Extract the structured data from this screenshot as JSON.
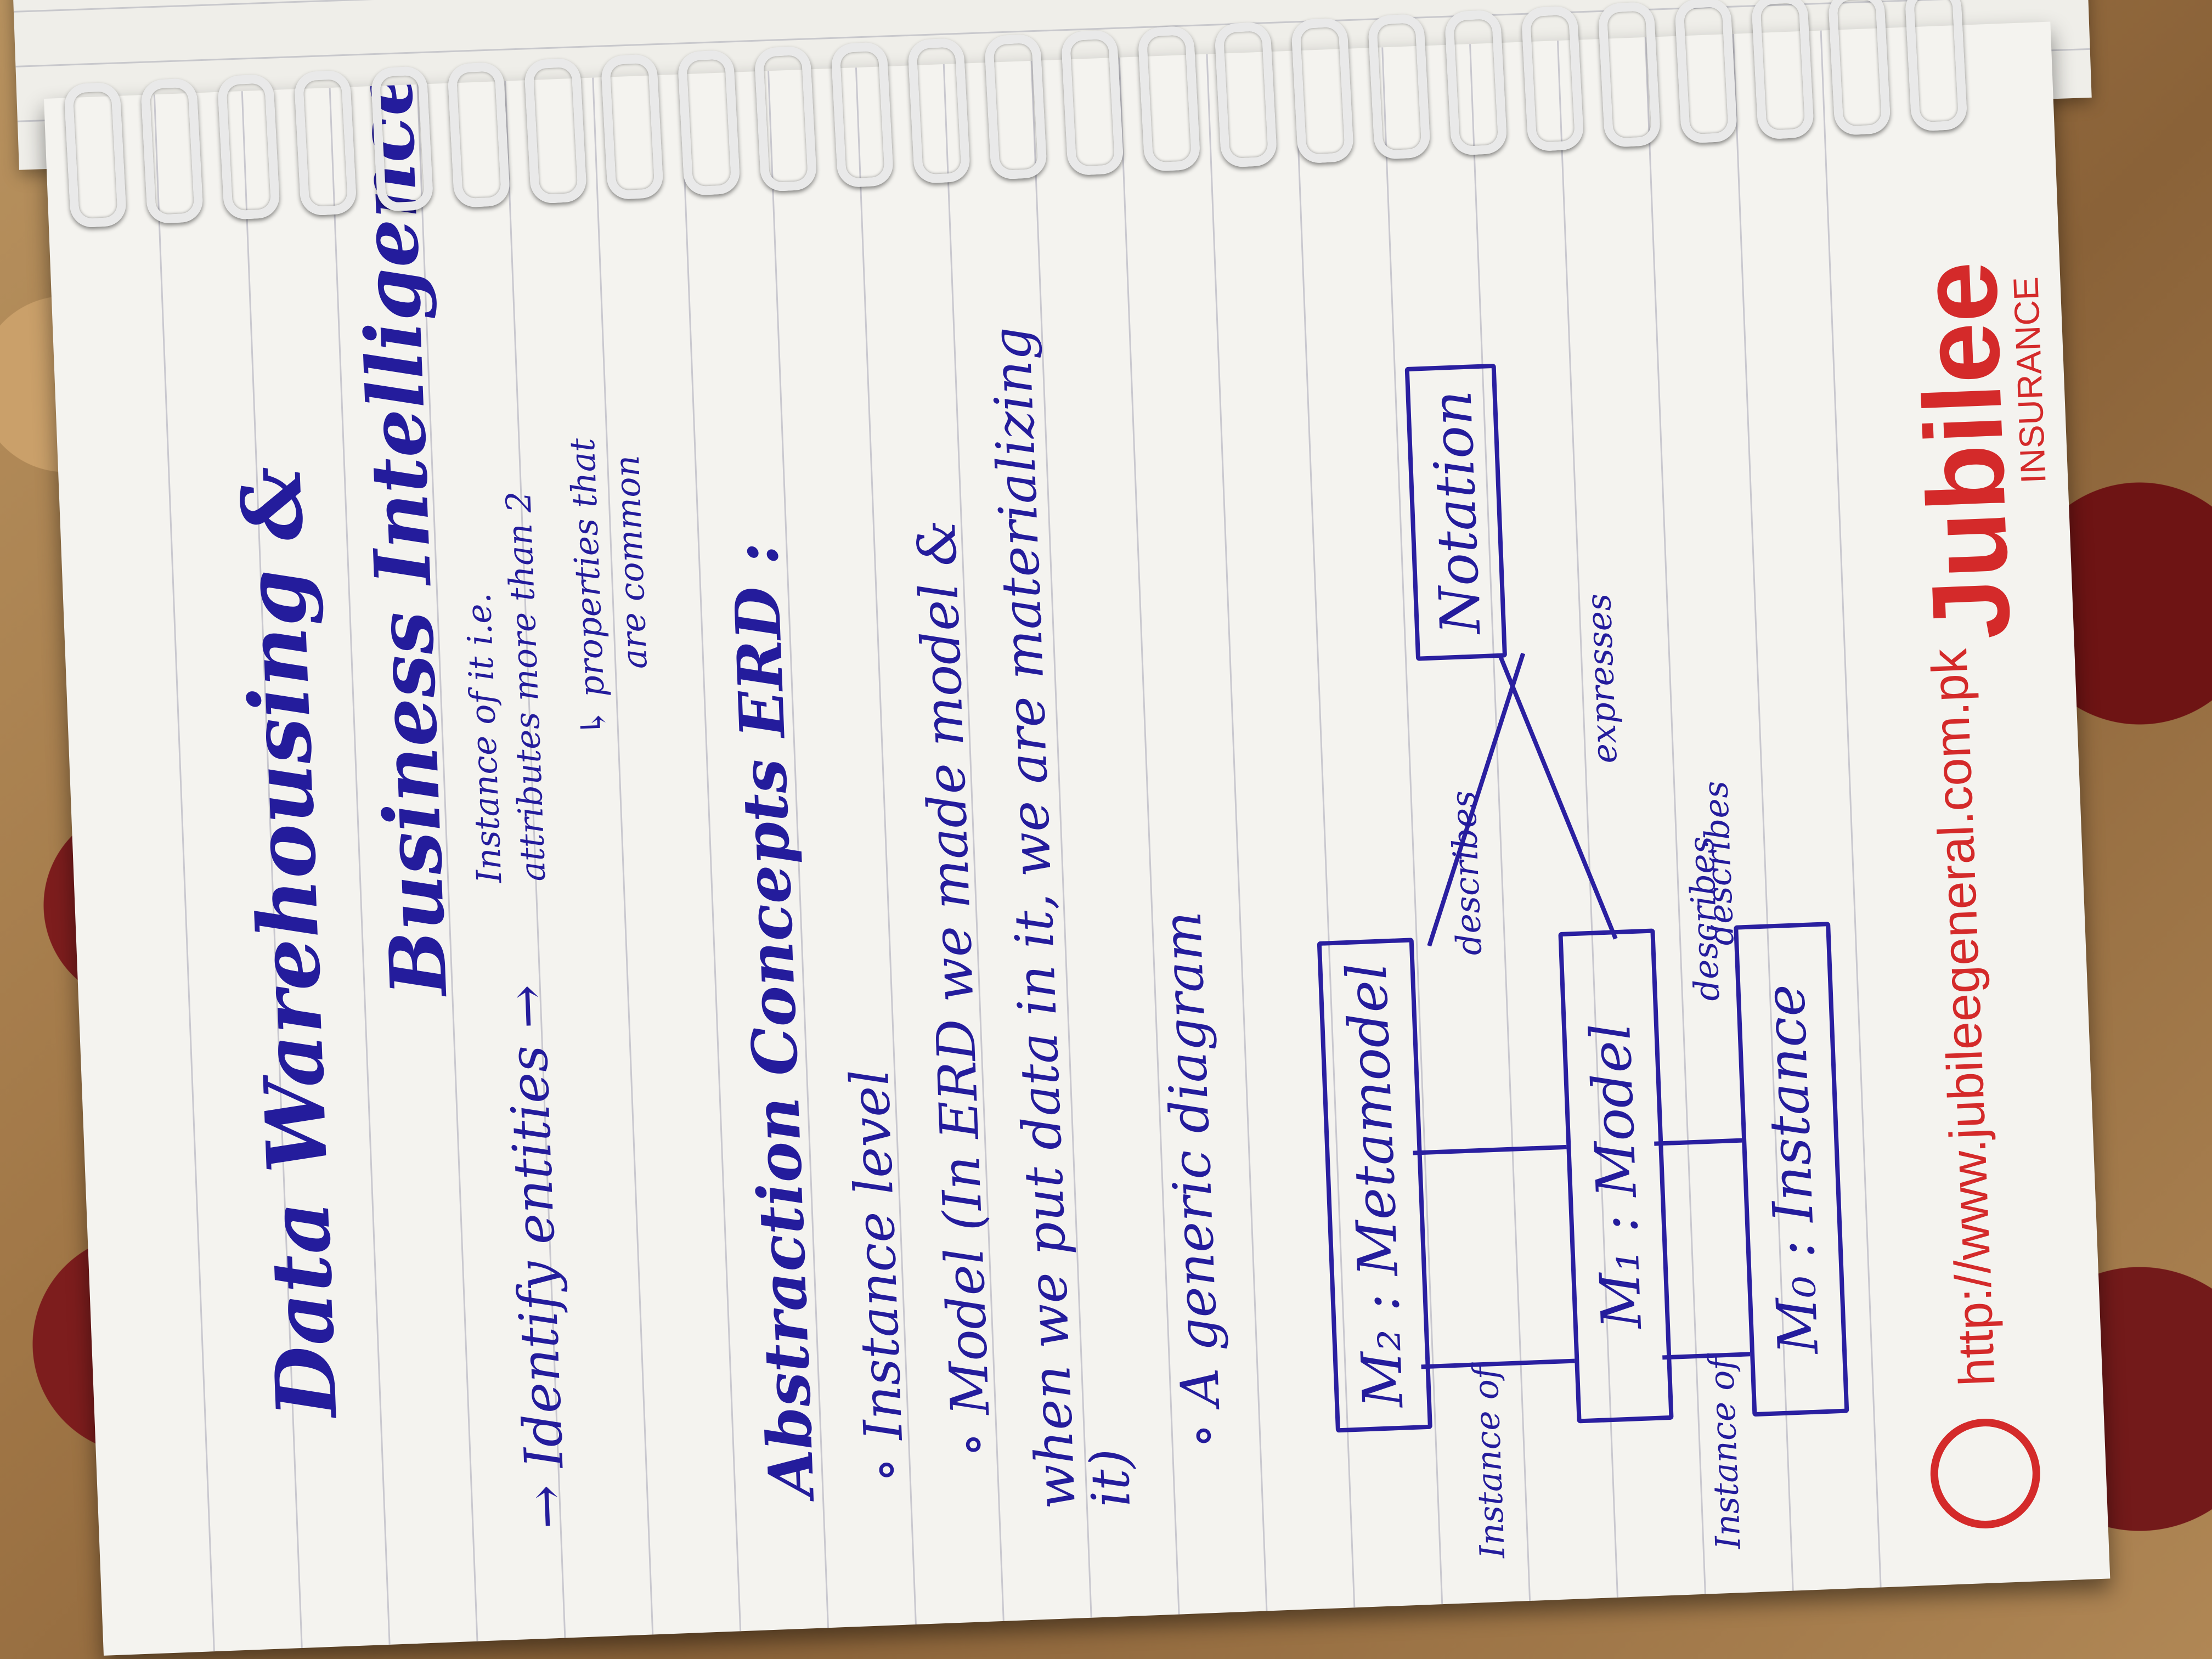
{
  "notebook": {
    "title_line1": "Data Warehousing &",
    "title_line2": "Business Intelligence",
    "bullet1": "→ Identify entities →",
    "instance_note": "Instance of it i.e.",
    "attributes_note": "attributes more than 2",
    "properties_note": "↳ properties that",
    "common_note": "are common",
    "section_heading": "Abstraction Concepts ERD :",
    "item1": "∘ Instance level",
    "item2": "∘ Model (In ERD we made model &",
    "item2_cont": "when we put data in it, we are materializing",
    "item2_end": "it)",
    "item3": "∘ A generic diagram"
  },
  "diagram": {
    "m2": "M₂ : Metamodel",
    "m1": "M₁ : Model",
    "m0": "M₀ : Instance",
    "notation": "Notation",
    "describes_1": "describes",
    "describes_2": "describes",
    "describes_3": "describes",
    "expresses": "expresses",
    "instance_of_1": "Instance of",
    "instance_of_2": "Instance of"
  },
  "branding": {
    "url": "http://www.jubileegeneral.com.pk",
    "logo_name": "Jubilee",
    "logo_sub": "INSURANCE"
  },
  "colors": {
    "ink": "#241c9c",
    "brand_red": "#d42a2a",
    "paper": "#f4f3ef"
  }
}
